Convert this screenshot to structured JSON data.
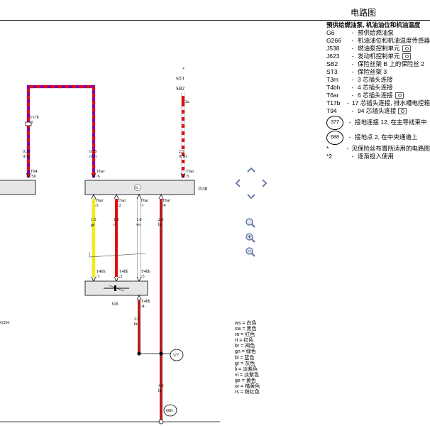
{
  "header": {
    "title": "电路图"
  },
  "components": {
    "j538_label": "J538",
    "g6_label": "G6",
    "g266_label": "G266",
    "st3_label": "ST3",
    "sb2_label": "SB2",
    "sb2_fuse_value": "2a",
    "st3_dot": "*",
    "t17b_label": "T17b",
    "t17b_pin": "/3",
    "ground_377": "377",
    "ground_688": "688"
  },
  "wires": {
    "w1_size": "0.35",
    "w1_color": "rt/vi",
    "w2_size": "0.35",
    "w2_color": "rt/vi",
    "w3_size": "2.5",
    "w3_color": "rt/ws",
    "w4_size": "1.0",
    "w4_color": "ge",
    "w5_size": "1.0",
    "w5_color": "rt",
    "w6_size": "1.0",
    "w6_color": "ws",
    "w7_size": "2.5",
    "w7_color": "br",
    "w8_size": "2.5",
    "w8_color": "br",
    "w9_size": "4.0",
    "w9_color": "br"
  },
  "connectors": {
    "t94": "T94",
    "t94_pin": "/50",
    "t6ar_a": "T6ar",
    "t6ar_a_pin": "/6",
    "t6ar_b": "T6ar",
    "t6ar_b_pin": "/5",
    "t6ar_c": "T6ar",
    "t6ar_c_pin": "/3",
    "t6ar_d": "T6ar",
    "t6ar_d_pin": "/2",
    "t6ar_e": "T6ar",
    "t6ar_e_pin": "/1",
    "t6ar_f": "T6ar",
    "t6ar_f_pin": "/4",
    "t4bh_a": "T4bh",
    "t4bh_a_pin": "/1",
    "t4bh_b": "T4bh",
    "t4bh_b_pin": "/2",
    "t4bh_c": "T4bh",
    "t4bh_c_pin": "/3",
    "t4bh_d": "T4bh",
    "t4bh_d_pin": "/4"
  },
  "legend": {
    "title": "预供给燃油泵, 机油油位和机油温度",
    "items": [
      {
        "code": "G6",
        "desc": "预供给燃油泵",
        "photo": false
      },
      {
        "code": "G266",
        "desc": "机油油位和机油温度传感器",
        "photo": false
      },
      {
        "code": "J538",
        "desc": "燃油泵控制单元",
        "photo": true
      },
      {
        "code": "J623",
        "desc": "发动机控制单元",
        "photo": true
      },
      {
        "code": "SB2",
        "desc": "保险丝架 B 上的保险丝 2",
        "photo": false
      },
      {
        "code": "ST3",
        "desc": "保险丝架 3",
        "photo": false
      },
      {
        "code": "T3m",
        "desc": "3 芯插头连接",
        "photo": false
      },
      {
        "code": "T4bh",
        "desc": "4 芯插头连接",
        "photo": false
      },
      {
        "code": "T6ar",
        "desc": "6 芯插头连接",
        "photo": true
      },
      {
        "code": "T17b",
        "desc": "17 芯插头连接, 排水槽电控箱",
        "photo": false
      },
      {
        "code": "T94",
        "desc": "94 芯插头连接",
        "photo": true
      }
    ],
    "grounds": [
      {
        "num": "377",
        "desc": "接地连接 12, 在主导线束中"
      },
      {
        "num": "688",
        "desc": "接地点 2, 在中央通道上"
      }
    ],
    "notes": [
      {
        "code": "*",
        "desc": "见保险丝布置所适用的电路图"
      },
      {
        "code": "*2",
        "desc": "逐渐投入使用"
      }
    ]
  },
  "color_key": [
    {
      "abbr": "ws",
      "name": "白色"
    },
    {
      "abbr": "sw",
      "name": "黑色"
    },
    {
      "abbr": "ro",
      "name": "红色"
    },
    {
      "abbr": "rt",
      "name": "红色"
    },
    {
      "abbr": "br",
      "name": "褐色"
    },
    {
      "abbr": "gn",
      "name": "绿色"
    },
    {
      "abbr": "bl",
      "name": "蓝色"
    },
    {
      "abbr": "gr",
      "name": "灰色"
    },
    {
      "abbr": "li",
      "name": "淡紫色"
    },
    {
      "abbr": "vi",
      "name": "淡紫色"
    },
    {
      "abbr": "ge",
      "name": "黄色"
    },
    {
      "abbr": "or",
      "name": "橘黄色"
    },
    {
      "abbr": "rs",
      "name": "粉红色"
    }
  ]
}
